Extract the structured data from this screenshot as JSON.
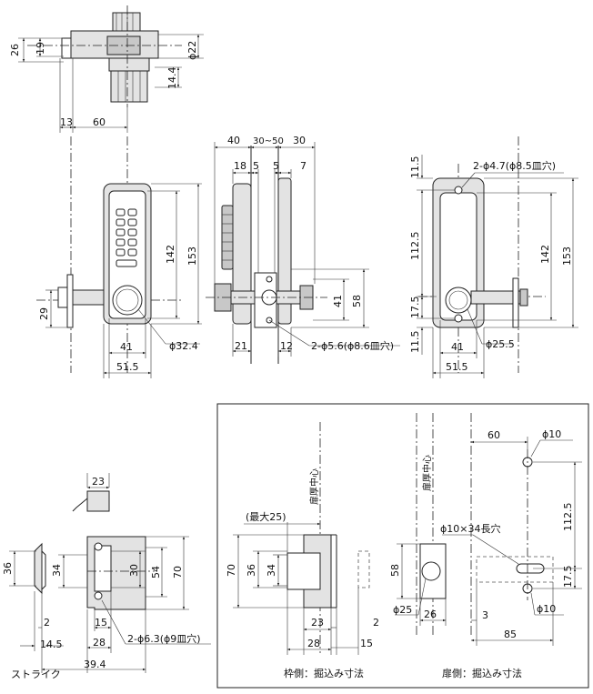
{
  "top_view": {
    "d26": "26",
    "d19": "19",
    "phi22": "ϕ22",
    "d14_4": "14.4",
    "d13": "13",
    "d60": "60"
  },
  "middle_front": {
    "d142": "142",
    "d153": "153",
    "d29": "29",
    "d41": "41",
    "phi32_4": "ϕ32.4",
    "d51_5": "51.5"
  },
  "middle_side": {
    "d40": "40",
    "d30_50": "30~50",
    "d30": "30",
    "d18": "18",
    "d5a": "5",
    "d5b": "5",
    "d7": "7",
    "d41": "41",
    "d58": "58",
    "d21": "21",
    "d12": "12",
    "hole_note": "2-ϕ5.6(ϕ8.6皿穴)"
  },
  "back_view": {
    "hole_note": "2-ϕ4.7(ϕ8.5皿穴)",
    "d11_5a": "11.5",
    "d112_5": "112.5",
    "d17_5": "17.5",
    "d11_5b": "11.5",
    "d142": "142",
    "d153": "153",
    "d41": "41",
    "phi25_5": "ϕ25.5",
    "d51_5": "51.5"
  },
  "strike": {
    "d23": "23",
    "d36": "36",
    "d34": "34",
    "d30": "30",
    "d54": "54",
    "d70": "70",
    "d2": "2",
    "d14_5": "14.5",
    "d15": "15",
    "d28": "28",
    "hole_note": "2-ϕ6.3(ϕ9皿穴)",
    "d39_4": "39.4",
    "caption": "ストライク"
  },
  "frame_cut": {
    "max25": "(最大25)",
    "center": "扉厚中心",
    "d70": "70",
    "d36": "36",
    "d34": "34",
    "d23": "23",
    "d28": "28",
    "d2": "2",
    "d15": "15",
    "caption": "枠側：掘込み寸法"
  },
  "door_cut": {
    "center": "扉厚中心",
    "d60": "60",
    "phi10a": "ϕ10",
    "slot": "ϕ10×34長穴",
    "d112_5": "112.5",
    "d58": "58",
    "d17_5": "17.5",
    "phi25": "ϕ25",
    "d26": "26",
    "d3": "3",
    "phi10b": "ϕ10",
    "d85": "85",
    "caption": "扉側：掘込み寸法"
  }
}
